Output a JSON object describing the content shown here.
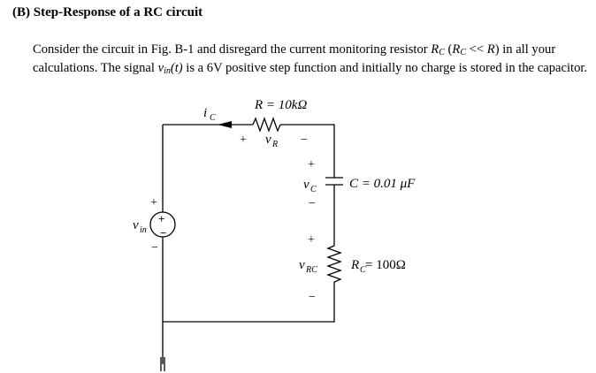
{
  "heading": "(B) Step-Response of a RC circuit",
  "paragraph": {
    "part1": "Consider the circuit in Fig. B-1 and disregard the current monitoring resistor ",
    "rc_sym": "R",
    "rc_sub": "C",
    "part2": " (",
    "rc2_sym": "R",
    "rc2_sub": "C",
    "part3": " << ",
    "r_sym": "R",
    "part4": ") in all your calculations. The signal ",
    "vin_sym": "v",
    "vin_sub": "in",
    "vin_arg": "(t)",
    "part5": " is a 6V positive step function and initially no charge is stored in the capacitor."
  },
  "circuit": {
    "resistor_label": "R = 10kΩ",
    "current_label": "i",
    "current_sub": "C",
    "vr_plus": "+",
    "vr_label": "v",
    "vr_sub": "R",
    "vr_minus": "−",
    "vc_plus": "+",
    "vc_label": "v",
    "vc_sub": "C",
    "vc_minus": "−",
    "cap_label": "C = 0.01 μF",
    "vrc_plus": "+",
    "vrc_label": "v",
    "vrc_sub": "RC",
    "vrc_minus": "−",
    "rc_label": "R",
    "rc_label_sub": "C",
    "rc_value": " = 100Ω",
    "vin_plus": "+",
    "vin_label": "v",
    "vin_sub": "in",
    "vin_minus": "−",
    "src_plus": "+",
    "src_minus": "−"
  }
}
